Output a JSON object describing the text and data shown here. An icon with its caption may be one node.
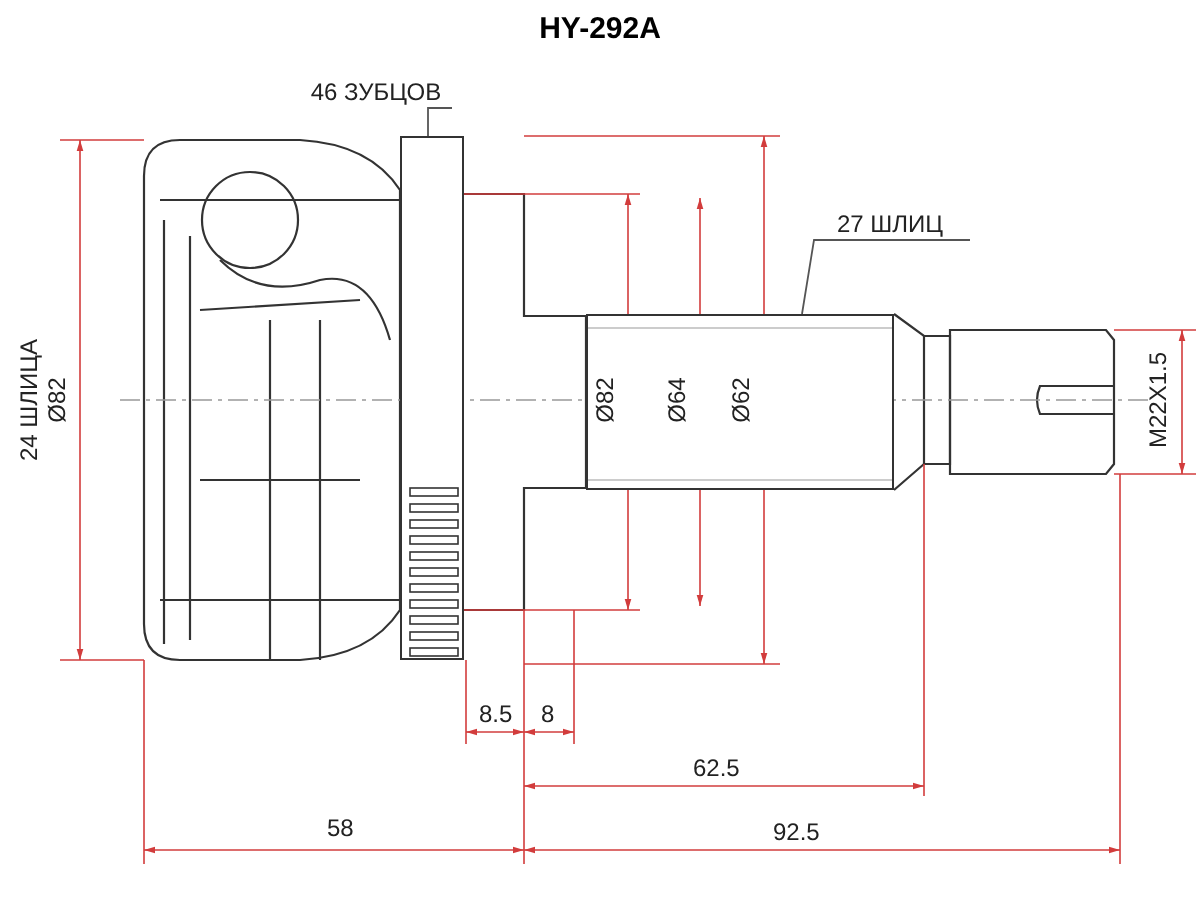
{
  "diagram": {
    "title": "HY-292A",
    "nodes": [
      {
        "text": [
          "46 ЗУБЦОВ"
        ]
      },
      {
        "text": [],
        "shape": "bar"
      },
      {
        "text": [
          "27 ШЛИЦ"
        ]
      },
      {
        "text": [],
        "shape": "bar"
      }
    ],
    "edges": [
      {
        "from": 0,
        "to": 1,
        "arrow": "none"
      },
      {
        "from": 2,
        "to": 3,
        "arrow": "none"
      }
    ],
    "labels": [
      "24 ШЛИЦА",
      "Ø82",
      "Ø82",
      "Ø64",
      "Ø62",
      "M22X1.5",
      "8.5",
      "8",
      "62.5",
      "58",
      "92.5"
    ]
  }
}
